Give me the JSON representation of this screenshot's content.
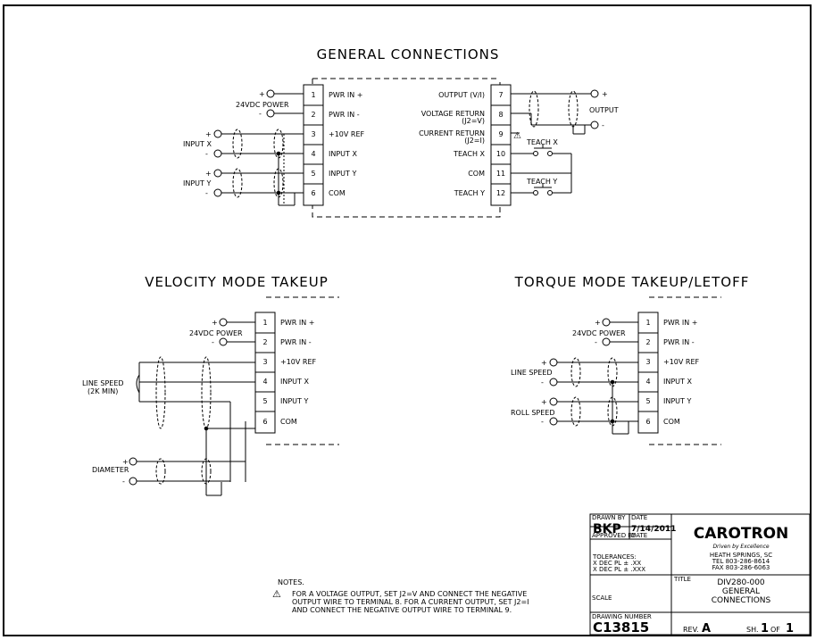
{
  "sections": {
    "general": {
      "title": "GENERAL  CONNECTIONS",
      "left_pins": [
        {
          "n": "1",
          "label": "PWR IN +"
        },
        {
          "n": "2",
          "label": "PWR IN -"
        },
        {
          "n": "3",
          "label": "+10V REF"
        },
        {
          "n": "4",
          "label": "INPUT X"
        },
        {
          "n": "5",
          "label": "INPUT Y"
        },
        {
          "n": "6",
          "label": "COM"
        }
      ],
      "right_pins": [
        {
          "n": "7",
          "label": "OUTPUT (V/I)"
        },
        {
          "n": "8",
          "label": "VOLTAGE RETURN",
          "sub": "(J2=V)"
        },
        {
          "n": "9",
          "label": "CURRENT RETURN",
          "sub": "(J2=I)"
        },
        {
          "n": "10",
          "label": "TEACH X"
        },
        {
          "n": "11",
          "label": "COM"
        },
        {
          "n": "12",
          "label": "TEACH Y"
        }
      ],
      "power_label": "24VDC  POWER",
      "input_x": "INPUT X",
      "input_y": "INPUT Y",
      "output": "OUTPUT",
      "teach_x": "TEACH X",
      "teach_y": "TEACH Y"
    },
    "velocity": {
      "title": "VELOCITY  MODE  TAKEUP",
      "power_label": "24VDC  POWER",
      "line_speed": "LINE SPEED",
      "pot": "(2K MIN)",
      "diameter": "DIAMETER"
    },
    "torque": {
      "title": "TORQUE  MODE  TAKEUP/LETOFF",
      "power_label": "24VDC  POWER",
      "line_speed": "LINE SPEED",
      "roll_speed": "ROLL SPEED"
    },
    "pins6": [
      {
        "n": "1",
        "label": "PWR IN +"
      },
      {
        "n": "2",
        "label": "PWR IN -"
      },
      {
        "n": "3",
        "label": "+10V REF"
      },
      {
        "n": "4",
        "label": "INPUT X"
      },
      {
        "n": "5",
        "label": "INPUT Y"
      },
      {
        "n": "6",
        "label": "COM"
      }
    ]
  },
  "symbols": {
    "plus": "+",
    "minus": "-",
    "warning": "⚠"
  },
  "notes": {
    "heading": "NOTES.",
    "lines": [
      "FOR A VOLTAGE OUTPUT, SET J2=V AND CONNECT THE NEGATIVE",
      "OUTPUT WIRE TO TERMINAL 8.  FOR A CURRENT OUTPUT, SET J2=I",
      "AND CONNECT THE NEGATIVE OUTPUT WIRE TO TERMINAL 9."
    ]
  },
  "title_block": {
    "drawn_by_label": "DRAWN BY",
    "drawn_by": "BKP",
    "date_label": "DATE",
    "date": "7/14/2011",
    "approved_label": "APPROVED BY",
    "date2_label": "DATE",
    "tolerances": [
      "TOLERANCES:",
      "X DEC PL  ± .XX",
      "X DEC PL  ± .XXX"
    ],
    "logo": "CAROTRON",
    "tagline": "Driven by Excellence",
    "address": [
      "HEATH SPRINGS, SC",
      "TEL 803-286-8614",
      "FAX 803-286-6063"
    ],
    "title_label": "TITLE",
    "title_lines": [
      "DIV280-000",
      "GENERAL",
      "CONNECTIONS"
    ],
    "scale_label": "SCALE",
    "drawing_number_label": "DRAWING NUMBER",
    "drawing_number": "C13815",
    "rev_label": "REV.",
    "rev": "A",
    "sheet_label": "SH.",
    "sheet": "1",
    "of_label": "OF",
    "of": "1"
  }
}
